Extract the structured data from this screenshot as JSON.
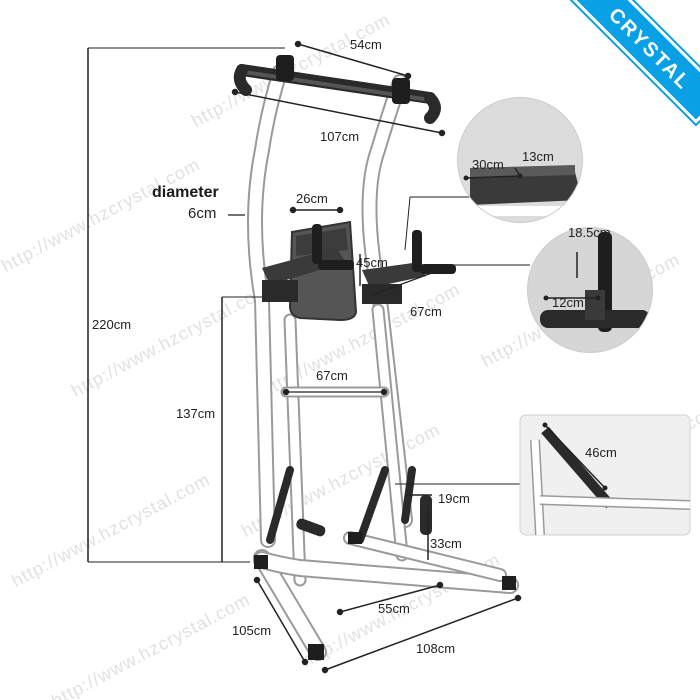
{
  "brand": {
    "banner_text": "CRYSTAL",
    "watermark_text": "http://www.hzcrystal.com",
    "banner_color": "#0aa0e6"
  },
  "labels": {
    "bar_width": "54cm",
    "top_width": "107cm",
    "total_height": "220cm",
    "diameter_title": "diameter",
    "diameter_value": "6cm",
    "arm_gap": "26cm",
    "arm_height": "45cm",
    "pad_w30": "30cm",
    "pad_w13": "13cm",
    "handle_h": "18.5cm",
    "handle_w": "12cm",
    "arm_depth": "67cm",
    "inner_width": "67cm",
    "lower_height": "137cm",
    "strut_len": "46cm",
    "grip_len": "19cm",
    "grip_height": "33cm",
    "base_inner": "55cm",
    "base_side": "105cm",
    "base_length": "108cm"
  }
}
